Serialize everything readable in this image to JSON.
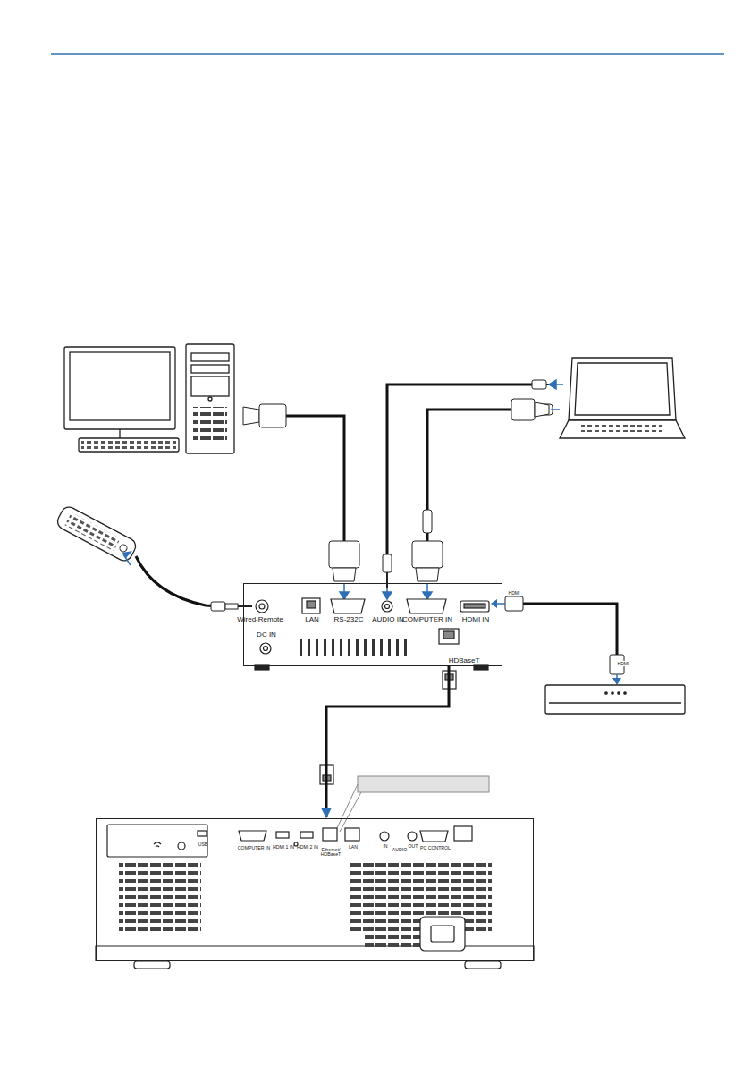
{
  "diagram": {
    "nodes": [
      {
        "text": [
          "Wired-Remote",
          "LAN",
          "RS-232C",
          "AUDIO IN",
          "COMPUTER IN",
          "HDMI IN",
          "DC IN",
          "HDBaseT"
        ]
      },
      {
        "text": [
          "USB",
          "COMPUTER IN",
          "HDMI 1 IN",
          "HDMI 2 IN",
          "Ethernet/ HDBaseT",
          "LAN",
          "IN",
          "OUT",
          "AUDIO",
          "PC CONTROL"
        ]
      }
    ],
    "edges": [
      {
        "from": 0,
        "to": 1,
        "arrow": "to"
      }
    ],
    "labels": [
      "HDMI",
      "HDMI"
    ]
  }
}
